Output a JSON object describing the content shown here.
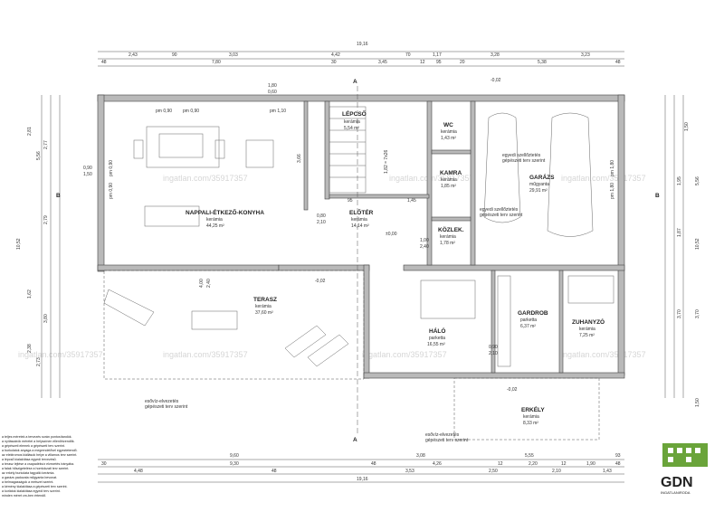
{
  "watermark": "ingatlan.com/35917357",
  "rooms": {
    "lepcso": {
      "name": "LÉPCSŐ",
      "floor": "kerámia",
      "area": "5,54 m²"
    },
    "wc": {
      "name": "WC",
      "floor": "kerámia",
      "area": "1,43 m²"
    },
    "kamra": {
      "name": "KAMRA",
      "floor": "kerámia",
      "area": "1,85 m²"
    },
    "garazs": {
      "name": "GARÁZS",
      "floor": "műgyanta",
      "area": "29,91 m²"
    },
    "nappali": {
      "name": "NAPPALI-ÉTKEZŐ-KONYHA",
      "floor": "kerámia",
      "area": "44,25 m²"
    },
    "eloter": {
      "name": "ELŐTÉR",
      "floor": "kerámia",
      "area": "14,14 m²"
    },
    "kozlek": {
      "name": "KÖZLEK.",
      "floor": "kerámia",
      "area": "1,78 m²"
    },
    "terasz": {
      "name": "TERASZ",
      "floor": "kerámia",
      "area": "37,60 m²"
    },
    "halo": {
      "name": "HÁLÓ",
      "floor": "parketta",
      "area": "16,55 m²"
    },
    "gardrob": {
      "name": "GARDROB",
      "floor": "parketta",
      "area": "6,37 m²"
    },
    "zuhanyzo": {
      "name": "ZUHANYZÓ",
      "floor": "kerámia",
      "area": "7,25 m²"
    },
    "erkely": {
      "name": "ERKÉLY",
      "floor": "kerámia",
      "area": "8,33 m²"
    }
  },
  "levels": {
    "top": "-0,02",
    "center": "±0,00",
    "terrace": "-0,02",
    "balcony": "-0,02"
  },
  "notes": {
    "vent1": "egyedi szellőztetés",
    "vent1b": "gépészeti terv szerint",
    "vent2": "egyedi szellőztetés",
    "vent2b": "gépészeti terv szerint",
    "rain1": "esővíz-elvezetés",
    "rain1b": "gépészeti terv szerint",
    "rain2": "esővíz-elvezetés",
    "rain2b": "gépészeti terv szerint"
  },
  "dims": {
    "total": "19,16",
    "top2": [
      "2,43",
      "90",
      "3,03",
      "4,42",
      "70",
      "1,17",
      "3,28",
      "3,23"
    ],
    "top3": [
      "48",
      "7,80",
      "30",
      "3,45",
      "12",
      "95",
      "20",
      "5,38",
      "48"
    ],
    "bottom1": [
      "9,60",
      "3,08",
      "5,55",
      "93"
    ],
    "bottom2": [
      "30",
      "9,30",
      "48",
      "4,26",
      "12",
      "2,20",
      "12",
      "1,90",
      "48"
    ],
    "bottom3": [
      "4,48",
      "48",
      "3,53",
      "2,50",
      "2,10",
      "1,43"
    ],
    "bottomTotal": "19,16",
    "left": [
      "2,81",
      "2,77",
      "5,56",
      "2,79",
      "10,52",
      "1,62",
      "3,80",
      "2,38",
      "2,73"
    ],
    "right": [
      "1,50",
      "1,95",
      "5,56",
      "1,87",
      "10,52",
      "3,70",
      "3,70",
      "1,50"
    ],
    "pm": [
      "pm 0,90",
      "pm 0,90",
      "pm 1,10",
      "pm 0,90",
      "pm 0,90",
      "pm 1,80",
      "pm 1,80"
    ],
    "misc": [
      "0,90",
      "1,50",
      "1,80",
      "0,60",
      "0,80",
      "2,10",
      "1,00",
      "2,40",
      "1,82 = 7x26",
      "3,66",
      "95",
      "1,45",
      "4,00",
      "2,40",
      "0,90",
      "2,10"
    ]
  },
  "section": {
    "a": "A",
    "b": "B"
  },
  "logo": {
    "text": "GDN",
    "tagline": "INGATLANIRODA"
  },
  "footnote": [
    "a teljes méretek a tervezés során pontosítandók.",
    "a nyílászárók méretei a helyszínen ellenőrizendők.",
    "a gépészeti elemek a gépészeti terv szerint.",
    "a burkolatok anyaga a megrendelővel egyeztetendő.",
    "az elektromos kiállások helye a villamos terv szerint.",
    "a lépcső kialakítása egyedi tervezésű.",
    "a terasz lejtése a csapadékvíz elvezetés irányába.",
    "a falak hőszigetelése a homlokzati terv szerint.",
    "az erkély burkolata fagyálló kerámia.",
    "a garázs padozata műgyanta bevonat.",
    "a belmagasságok a metszet szerint.",
    "a kémény kialakítása a gépészeti terv szerint.",
    "a korlátok kialakítása egyedi terv szerint.",
    "minden méret cm-ben értendő."
  ]
}
